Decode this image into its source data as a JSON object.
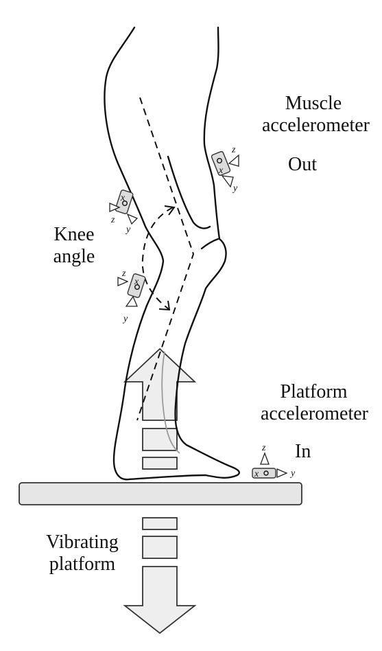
{
  "labels": {
    "muscle_accelerometer": [
      "Muscle",
      "accelerometer"
    ],
    "out": "Out",
    "knee_angle": [
      "Knee",
      "angle"
    ],
    "platform_accelerometer": [
      "Platform",
      "accelerometer"
    ],
    "in": "In",
    "vibrating_platform": [
      "Vibrating",
      "platform"
    ]
  },
  "axes": {
    "x": "x",
    "y": "y",
    "z": "z"
  },
  "colors": {
    "platform_fill": "#e6e6e6",
    "arrow_fill": "#eeeeee",
    "sensor_fill": "#dcdcdc",
    "line": "#111111"
  }
}
